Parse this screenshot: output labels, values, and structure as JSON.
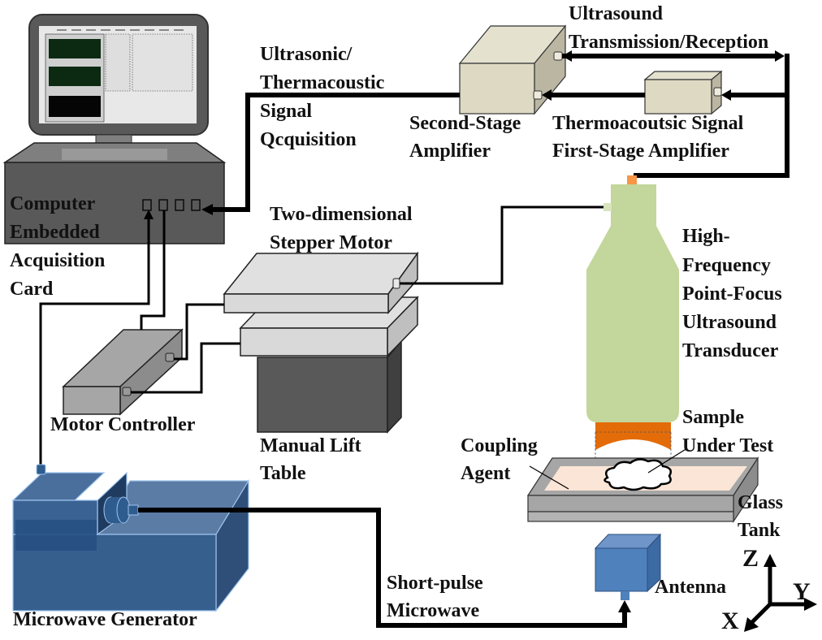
{
  "diagram": {
    "title": "Thermoacoustic / Ultrasound Imaging System Setup",
    "components": {
      "computer": {
        "label_lines": [
          "Computer",
          "Embedded",
          "Acquisition",
          "Card"
        ],
        "screen_title": "LabVIEW acquisition front panel",
        "port_count": 4
      },
      "signal_acquisition": {
        "label_lines": [
          "Ultrasonic/",
          "Thermacoustic",
          "Signal",
          "Qcquisition"
        ]
      },
      "second_stage_amplifier": {
        "label_lines": [
          "Second-Stage",
          "Amplifier"
        ]
      },
      "first_stage_amplifier": {
        "label_lines": [
          "Thermoacoutsic Signal",
          "First-Stage Amplifier"
        ]
      },
      "ultrasound_tr": {
        "label_lines": [
          "Ultrasound",
          "Transmission/Reception"
        ]
      },
      "stepper_motor": {
        "label_lines": [
          "Two-dimensional",
          "Stepper Motor"
        ]
      },
      "transducer": {
        "label_lines": [
          "High-",
          "Frequency",
          "Point-Focus",
          "Ultrasound",
          "Transducer"
        ]
      },
      "motor_controller": {
        "label_lines": [
          "Motor Controller"
        ]
      },
      "lift_table": {
        "label_lines": [
          "Manual Lift",
          "Table"
        ]
      },
      "coupling_agent": {
        "label_lines": [
          "Coupling",
          "Agent"
        ]
      },
      "sample": {
        "label_lines": [
          "Sample",
          "Under Test"
        ]
      },
      "glass_tank": {
        "label_lines": [
          "Glass",
          "Tank"
        ]
      },
      "microwave_generator": {
        "label_lines": [
          "Microwave Generator"
        ]
      },
      "short_pulse": {
        "label_lines": [
          "Short-pulse",
          "Microwave"
        ]
      },
      "antenna": {
        "label_lines": [
          "Antenna"
        ]
      }
    },
    "axes": {
      "z": "Z",
      "y": "Y",
      "x": "X"
    },
    "colors": {
      "computer_dark": "#595959",
      "amplifier_beige": "#ddd9c3",
      "transducer_green": "#c3d69b",
      "transducer_tip_orange": "#e36c09",
      "coupling_agent_peach": "#fbe5d6",
      "tank_gray": "#a6a6a6",
      "microwave_blue": "#2f5c8f",
      "antenna_blue": "#4f81bd",
      "stepper_light": "#d9d9d9",
      "lift_dark": "#595959"
    }
  }
}
